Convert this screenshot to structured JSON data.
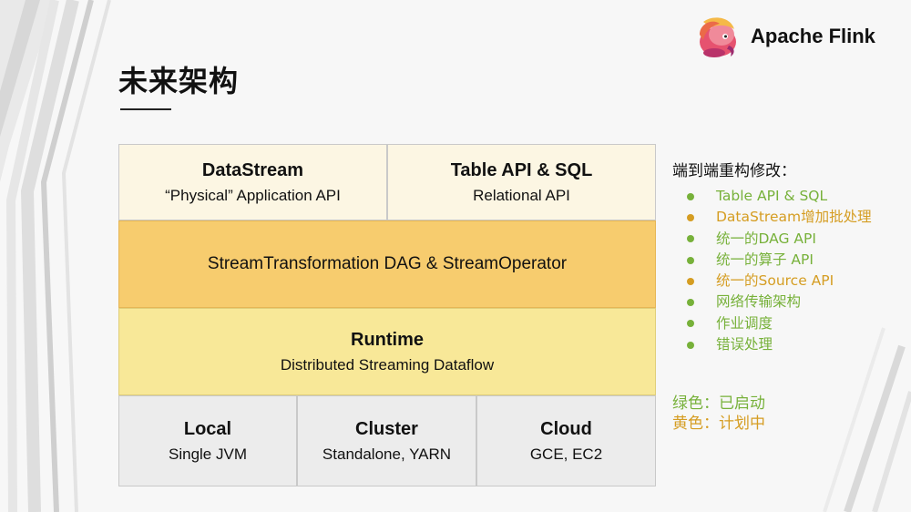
{
  "colors": {
    "green": "#77b13a",
    "yellow": "#d59d22",
    "background": "#f7f7f7"
  },
  "logo": {
    "icon": "flink-squirrel-icon",
    "text": "Apache Flink"
  },
  "slide": {
    "title": "未来架构"
  },
  "architecture": {
    "datastream": {
      "title": "DataStream",
      "subtitle": "“Physical” Application API"
    },
    "table": {
      "title": "Table API & SQL",
      "subtitle": "Relational API"
    },
    "stream_transformation": {
      "label": "StreamTransformation DAG & StreamOperator"
    },
    "runtime": {
      "title": "Runtime",
      "subtitle": "Distributed Streaming Dataflow"
    },
    "local": {
      "title": "Local",
      "subtitle": "Single JVM"
    },
    "cluster": {
      "title": "Cluster",
      "subtitle": "Standalone, YARN"
    },
    "cloud": {
      "title": "Cloud",
      "subtitle": "GCE, EC2"
    }
  },
  "side": {
    "heading": "端到端重构修改：",
    "items": [
      {
        "text": "Table API & SQL",
        "status": "green"
      },
      {
        "text": "DataStream增加批处理",
        "status": "yellow"
      },
      {
        "text": "统一的DAG API",
        "status": "green"
      },
      {
        "text": "统一的算子 API",
        "status": "green"
      },
      {
        "text": "统一的Source API",
        "status": "yellow"
      },
      {
        "text": "网络传输架构",
        "status": "green"
      },
      {
        "text": "作业调度",
        "status": "green"
      },
      {
        "text": "错误处理",
        "status": "green"
      }
    ]
  },
  "legend": {
    "green": "绿色：已启动",
    "yellow": "黄色：计划中"
  }
}
